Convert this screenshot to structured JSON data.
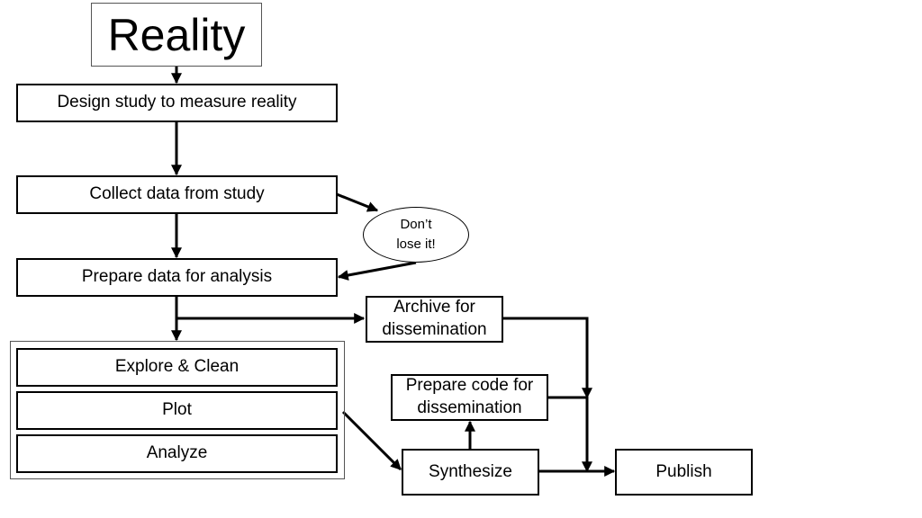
{
  "title": "Reality",
  "steps": {
    "design": "Design study to measure reality",
    "collect": "Collect data from study",
    "prepare": "Prepare data for analysis",
    "explore": "Explore & Clean",
    "plot": "Plot",
    "analyze": "Analyze",
    "archive": "Archive for\ndissemination",
    "prepare_code": "Prepare code for\ndissemination",
    "synthesize": "Synthesize",
    "publish": "Publish"
  },
  "note": "Don’t\nlose it!"
}
